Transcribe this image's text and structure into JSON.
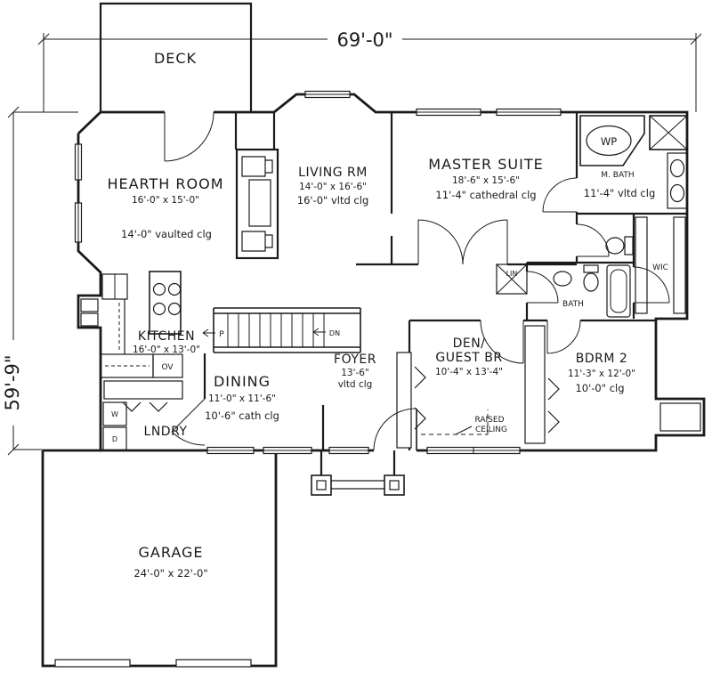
{
  "plan": {
    "overall_width": "69'-0\"",
    "overall_depth": "59'-9\"",
    "deck": {
      "name": "DECK"
    },
    "hearth_room": {
      "name": "HEARTH ROOM",
      "size": "16'-0\" x 15'-0\"",
      "ceiling": "14'-0\" vaulted clg"
    },
    "living_room": {
      "name": "LIVING RM",
      "size": "14'-0\" x 16'-6\"",
      "ceiling": "16'-0\" vltd clg"
    },
    "master_suite": {
      "name": "MASTER SUITE",
      "size": "18'-6\" x 15'-6\"",
      "ceiling": "11'-4\" cathedral clg"
    },
    "master_bath": {
      "name": "M. BATH",
      "ceiling": "11'-4\" vltd clg",
      "whirlpool": "WP"
    },
    "wic": {
      "name": "WIC"
    },
    "bath": {
      "name": "BATH"
    },
    "linen": {
      "name": "LIN"
    },
    "kitchen": {
      "name": "KITCHEN",
      "size": "16'-0\" x 13'-0\"",
      "oven": "OV",
      "pantry": "P"
    },
    "stairs": {
      "down": "DN"
    },
    "dining": {
      "name": "DINING",
      "size": "11'-0\" x 11'-6\"",
      "ceiling": "10'-6\" cath clg"
    },
    "foyer": {
      "name": "FOYER",
      "size": "13'-6\"",
      "ceiling": "vltd clg"
    },
    "den": {
      "name_line1": "DEN/",
      "name_line2": "GUEST BR",
      "size": "10'-4\" x 13'-4\"",
      "note_line1": "RAISED",
      "note_line2": "CEILING"
    },
    "bedroom2": {
      "name": "BDRM 2",
      "size": "11'-3\" x 12'-0\"",
      "ceiling": "10'-0\" clg"
    },
    "laundry": {
      "name": "LNDRY",
      "washer": "W",
      "dryer": "D"
    },
    "garage": {
      "name": "GARAGE",
      "size": "24'-0\" x 22'-0\""
    }
  },
  "colors": {
    "ink": "#1a1a1a",
    "paper": "#ffffff"
  }
}
